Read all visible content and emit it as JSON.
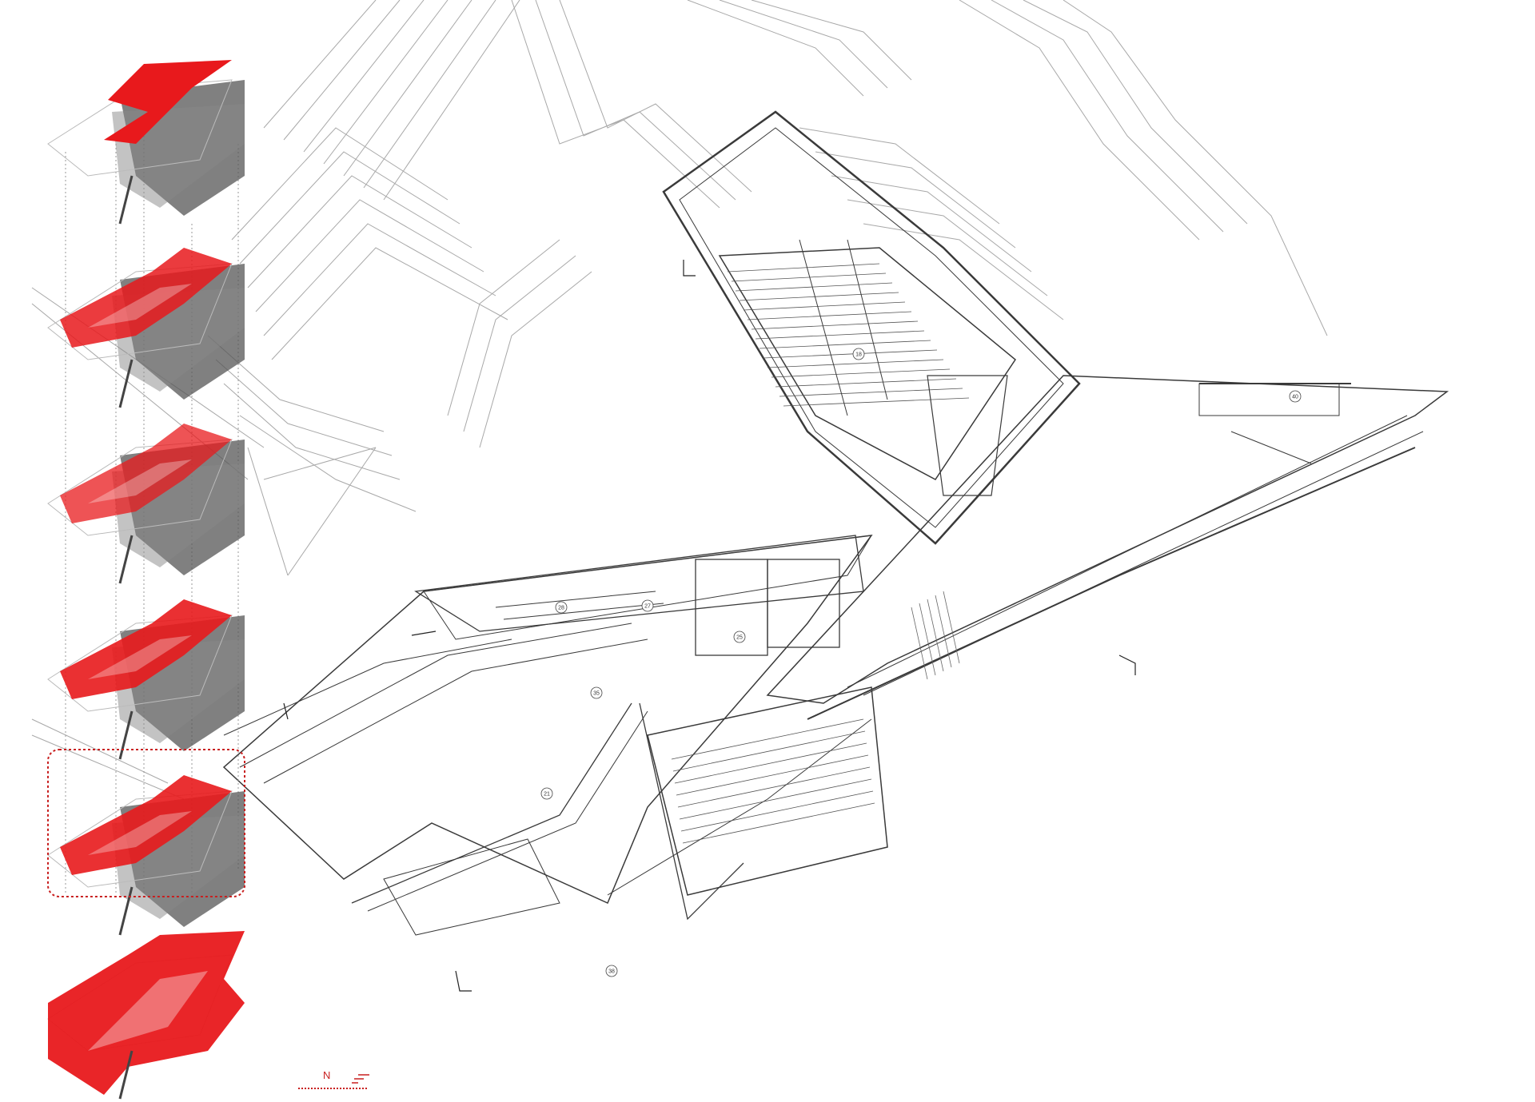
{
  "drawing": {
    "colors": {
      "accent": "#e8191c",
      "linework": "#3a3a3a",
      "lightline": "#9a9a9a",
      "shadow": "#6a6a6a",
      "paper": "#ffffff"
    },
    "north_label": "N",
    "room_numbers": [
      "18",
      "40",
      "28",
      "27",
      "25",
      "35",
      "21",
      "38"
    ],
    "phase_count": 6,
    "highlighted_phase": 5
  }
}
